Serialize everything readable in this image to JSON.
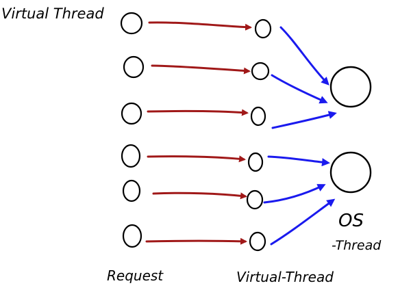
{
  "labels": {
    "title": "Virtual Thread",
    "requests_caption": "Request",
    "virtual_caption": "Virtual-Thread",
    "os_caption_top": "OS",
    "os_caption_bottom": "-Thread"
  },
  "colors": {
    "request_to_virtual_arrow": "#a01818",
    "virtual_to_os_arrow": "#1a1aee",
    "node_stroke": "#000000"
  },
  "diagram": {
    "request_count": 6,
    "virtual_thread_count": 6,
    "os_thread_count": 2,
    "mapping": [
      {
        "request": 1,
        "virtual_thread": 1,
        "os_thread": 1
      },
      {
        "request": 2,
        "virtual_thread": 2,
        "os_thread": 1
      },
      {
        "request": 3,
        "virtual_thread": 3,
        "os_thread": 1
      },
      {
        "request": 4,
        "virtual_thread": 4,
        "os_thread": 2
      },
      {
        "request": 5,
        "virtual_thread": 5,
        "os_thread": 2
      },
      {
        "request": 6,
        "virtual_thread": 6,
        "os_thread": 2
      }
    ]
  }
}
